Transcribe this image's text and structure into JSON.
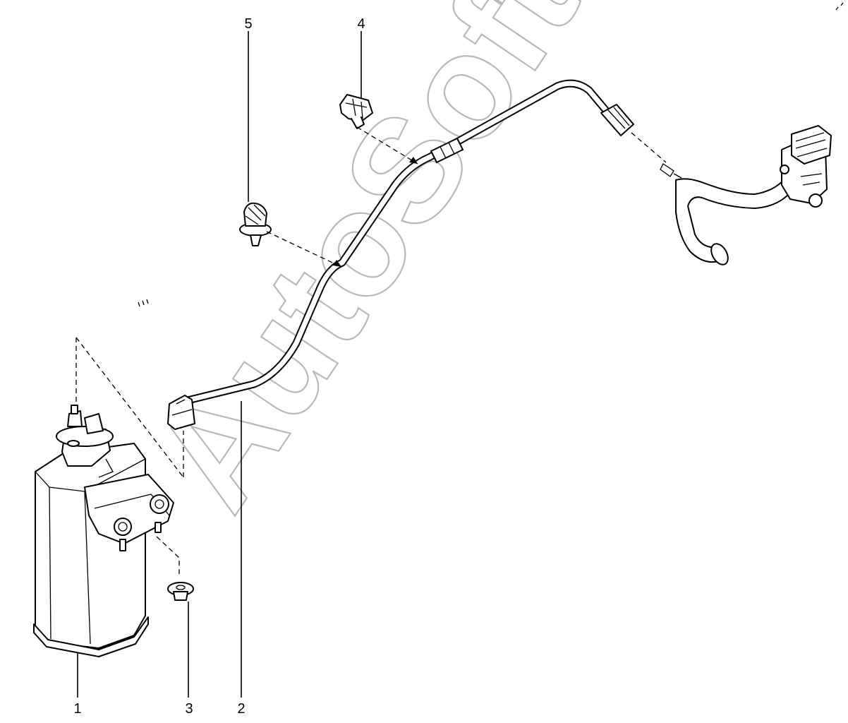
{
  "watermark": {
    "text": "AutoSoft",
    "color": "#b8b8b8"
  },
  "callouts": [
    {
      "id": "1",
      "label": "1"
    },
    {
      "id": "2",
      "label": "2"
    },
    {
      "id": "3",
      "label": "3"
    },
    {
      "id": "4",
      "label": "4"
    },
    {
      "id": "5",
      "label": "5"
    }
  ],
  "parts": [
    {
      "callout": "1",
      "icon": "evap-canister-icon"
    },
    {
      "callout": "2",
      "icon": "vapor-hose-icon"
    },
    {
      "callout": "3",
      "icon": "nut-icon"
    },
    {
      "callout": "4",
      "icon": "hose-clip-icon"
    },
    {
      "callout": "5",
      "icon": "push-pin-clip-icon"
    }
  ]
}
